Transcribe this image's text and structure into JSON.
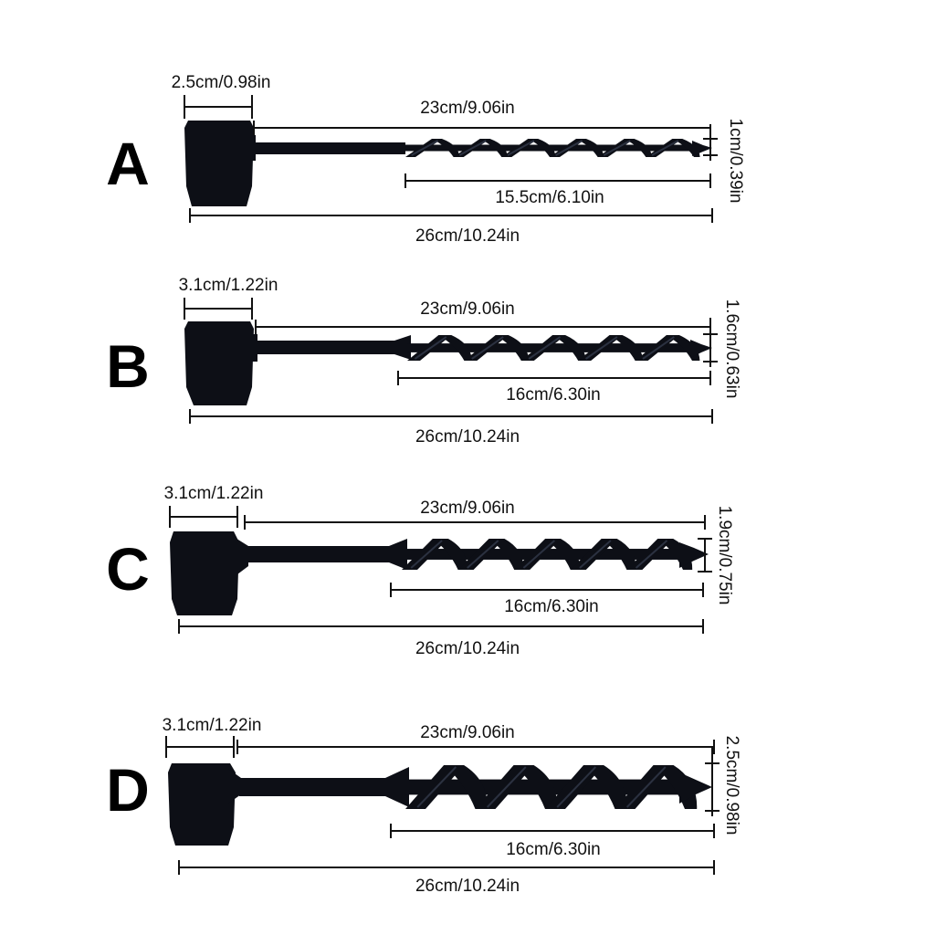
{
  "colors": {
    "background": "#ffffff",
    "tool": "#0d0f16",
    "tool_highlight": "#2b3140",
    "dimension_line": "#111111",
    "text": "#111111"
  },
  "variants": [
    {
      "letter": "A",
      "handle_width": "2.5cm/0.98in",
      "shaft_length": "23cm/9.06in",
      "bit_diameter": "1cm/0.39in",
      "spiral_length": "15.5cm/6.10in",
      "total_length": "26cm/10.24in"
    },
    {
      "letter": "B",
      "handle_width": "3.1cm/1.22in",
      "shaft_length": "23cm/9.06in",
      "bit_diameter": "1.6cm/0.63in",
      "spiral_length": "16cm/6.30in",
      "total_length": "26cm/10.24in"
    },
    {
      "letter": "C",
      "handle_width": "3.1cm/1.22in",
      "shaft_length": "23cm/9.06in",
      "bit_diameter": "1.9cm/0.75in",
      "spiral_length": "16cm/6.30in",
      "total_length": "26cm/10.24in"
    },
    {
      "letter": "D",
      "handle_width": "3.1cm/1.22in",
      "shaft_length": "23cm/9.06in",
      "bit_diameter": "2.5cm/0.98in",
      "spiral_length": "16cm/6.30in",
      "total_length": "26cm/10.24in"
    }
  ]
}
